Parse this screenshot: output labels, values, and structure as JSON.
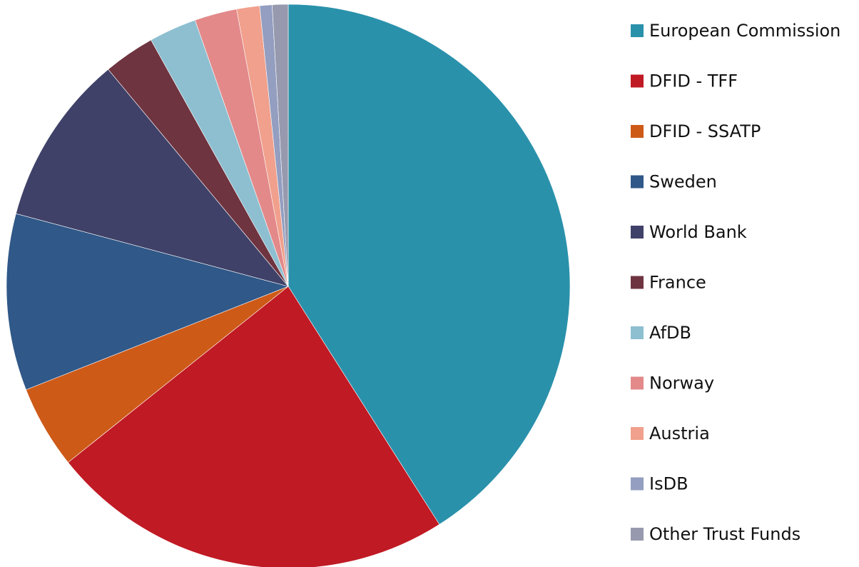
{
  "chart_data": {
    "type": "pie",
    "title": "",
    "legend_position": "right",
    "start_angle_deg": 0,
    "direction": "clockwise",
    "slices": [
      {
        "label": "European Commission",
        "value": 40.5,
        "color": "#2A91AB"
      },
      {
        "label": "DFID - TFF",
        "value": 23.0,
        "color": "#C01A24"
      },
      {
        "label": "DFID - SSATP",
        "value": 4.7,
        "color": "#CE5A18"
      },
      {
        "label": "Sweden",
        "value": 10.0,
        "color": "#305888"
      },
      {
        "label": "World Bank",
        "value": 9.7,
        "color": "#3F4168"
      },
      {
        "label": "France",
        "value": 2.9,
        "color": "#6E3440"
      },
      {
        "label": "AfDB",
        "value": 2.7,
        "color": "#8DBFD0"
      },
      {
        "label": "Norway",
        "value": 2.4,
        "color": "#E3898A"
      },
      {
        "label": "Austria",
        "value": 1.3,
        "color": "#F0A08C"
      },
      {
        "label": "IsDB",
        "value": 0.7,
        "color": "#939EC0"
      },
      {
        "label": "Other Trust Funds",
        "value": 0.9,
        "color": "#979AAE"
      }
    ]
  }
}
